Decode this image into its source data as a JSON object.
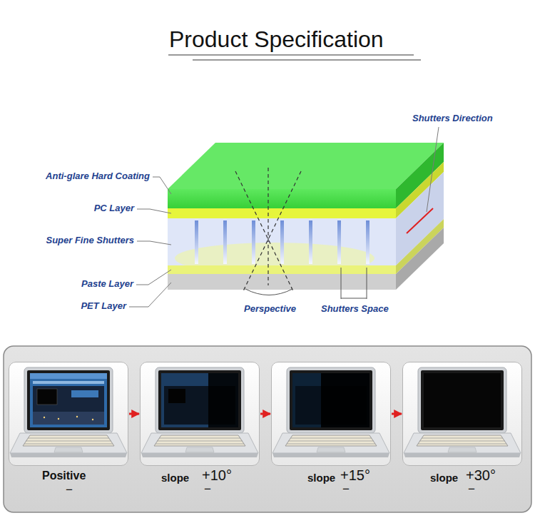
{
  "diagram": {
    "title": "Product Specification",
    "nodes": [
      {
        "text": [
          "Positive",
          "−"
        ]
      },
      {
        "text": [
          "slope",
          "+10°",
          "−"
        ]
      },
      {
        "text": [
          "slope",
          "+15°",
          "−"
        ]
      },
      {
        "text": [
          "slope",
          "+30°",
          "−"
        ]
      }
    ],
    "edges": [
      {
        "from": 0,
        "to": 1,
        "arrow": "to"
      },
      {
        "from": 1,
        "to": 2,
        "arrow": "to"
      },
      {
        "from": 2,
        "to": 3,
        "arrow": "to"
      }
    ],
    "labels": [
      "Shutters Direction",
      "Anti-glare Hard Coating",
      "PC Layer",
      "Super Fine Shutters",
      "Paste Layer",
      "PET Layer",
      "Perspective",
      "Shutters Space"
    ]
  }
}
